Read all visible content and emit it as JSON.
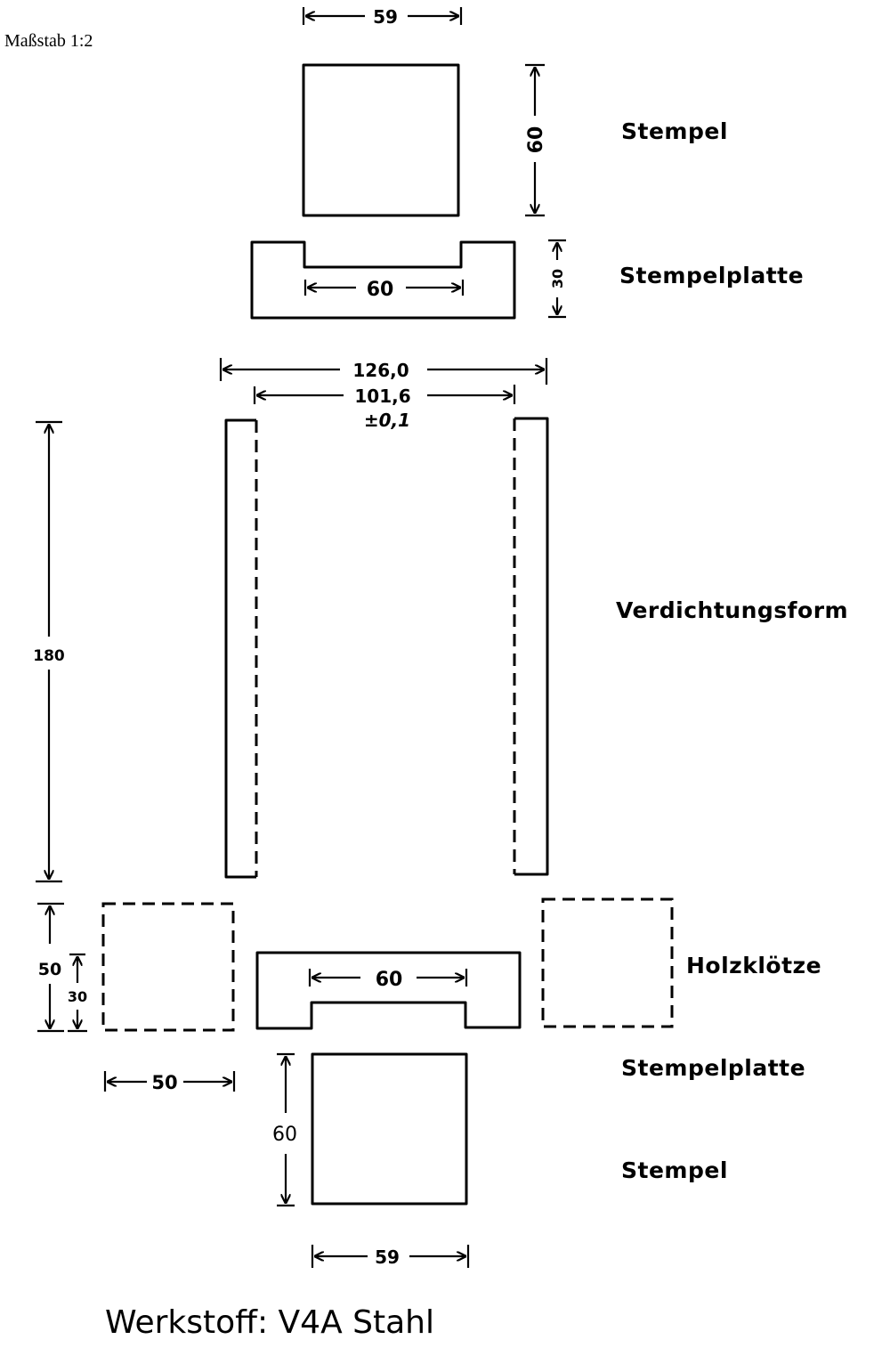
{
  "scale": "Maßstab 1:2",
  "parts": {
    "stempel_top": "Stempel",
    "stempelplatte_top": "Stempelplatte",
    "verdichtungsform": "Verdichtungsform",
    "holzkloetze": "Holzklötze",
    "stempelplatte_bottom": "Stempelplatte",
    "stempel_bottom": "Stempel"
  },
  "dimensions": {
    "stempel_top_width": "59",
    "stempel_top_height": "60",
    "stempelplatte_top_inner": "60",
    "stempelplatte_top_height": "30",
    "form_outer_width": "126,0",
    "form_inner_width": "101,6",
    "form_inner_tolerance": "±0,1",
    "form_height": "180",
    "holz_height": "50",
    "platte_height": "30",
    "stempelplatte_bottom_inner": "60",
    "holz_width": "50",
    "stempel_bottom_height": "60",
    "stempel_bottom_width": "59"
  },
  "material": "Werkstoff: V4A Stahl"
}
